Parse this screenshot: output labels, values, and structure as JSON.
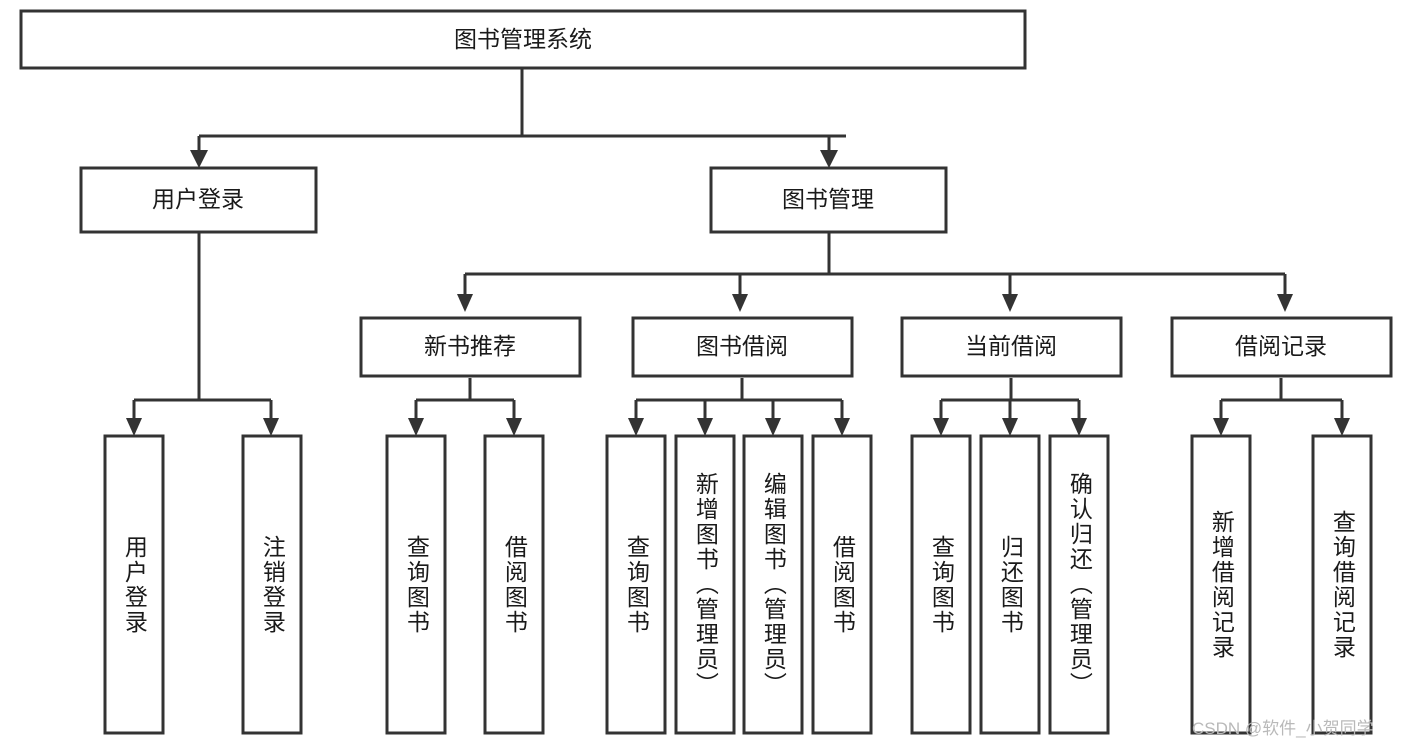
{
  "diagram": {
    "type": "hierarchy-tree",
    "title": "图书管理系统",
    "orientation": "top-down",
    "colors": {
      "box_fill": "#ffffff",
      "box_stroke": "#333333",
      "text": "#1a1a1a",
      "watermark": "#b9b9b9",
      "background": "#ffffff"
    },
    "root": {
      "label": "图书管理系统"
    },
    "level1": [
      {
        "label": "用户登录"
      },
      {
        "label": "图书管理"
      }
    ],
    "level2": [
      {
        "label": "新书推荐"
      },
      {
        "label": "图书借阅"
      },
      {
        "label": "当前借阅"
      },
      {
        "label": "借阅记录"
      }
    ],
    "leaves": {
      "user_login": [
        {
          "label": "用户登录"
        },
        {
          "label": "注销登录"
        }
      ],
      "new_book_recommend": [
        {
          "label": "查询图书"
        },
        {
          "label": "借阅图书"
        }
      ],
      "book_borrow": [
        {
          "label": "查询图书"
        },
        {
          "label": "新增图书（管理员）"
        },
        {
          "label": "编辑图书（管理员）"
        },
        {
          "label": "借阅图书"
        }
      ],
      "current_borrow": [
        {
          "label": "查询图书"
        },
        {
          "label": "归还图书"
        },
        {
          "label": "确认归还（管理员）"
        }
      ],
      "borrow_record": [
        {
          "label": "新增借阅记录"
        },
        {
          "label": "查询借阅记录"
        }
      ]
    },
    "watermark": "CSDN @软件_小贺同学"
  }
}
